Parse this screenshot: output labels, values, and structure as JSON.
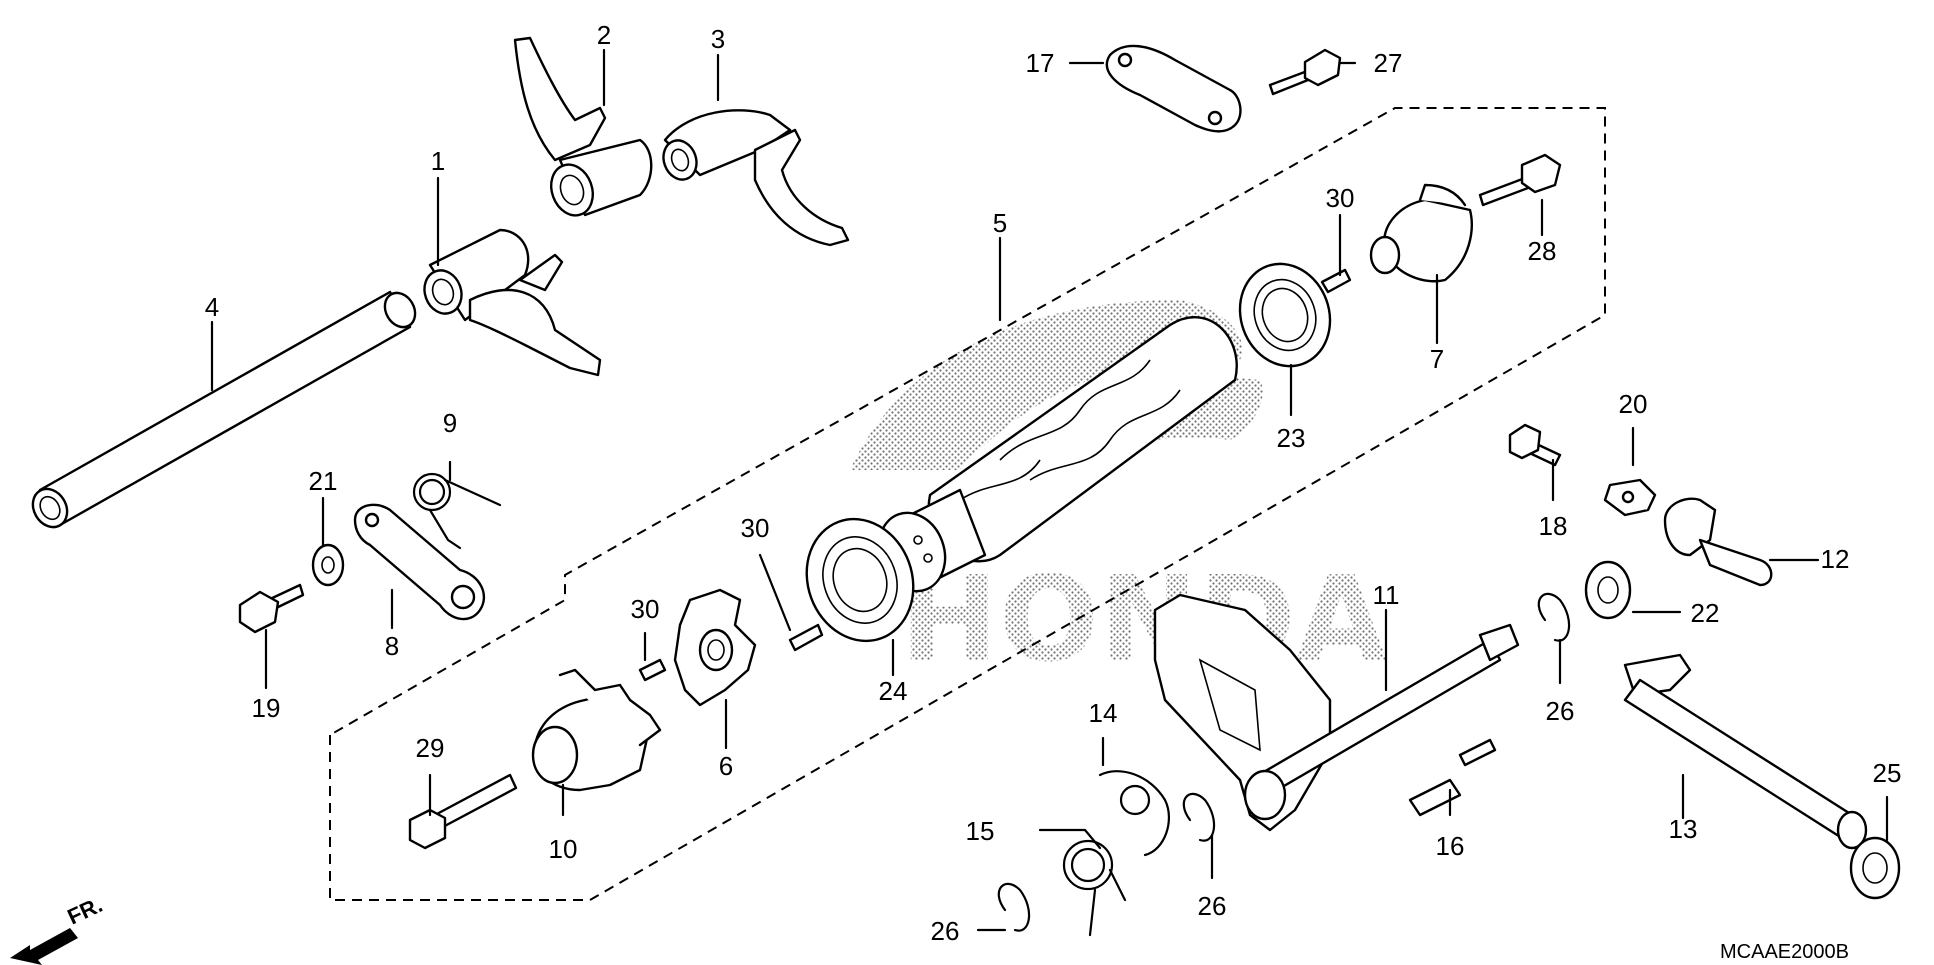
{
  "diagram": {
    "drawing_code": "MCAAE2000B",
    "direction_label": "FR.",
    "watermark_text": "HONDA",
    "callouts": [
      {
        "id": "c1",
        "text": "1"
      },
      {
        "id": "c2",
        "text": "2"
      },
      {
        "id": "c3",
        "text": "3"
      },
      {
        "id": "c4",
        "text": "4"
      },
      {
        "id": "c5",
        "text": "5"
      },
      {
        "id": "c6",
        "text": "6"
      },
      {
        "id": "c7",
        "text": "7"
      },
      {
        "id": "c8",
        "text": "8"
      },
      {
        "id": "c9",
        "text": "9"
      },
      {
        "id": "c10",
        "text": "10"
      },
      {
        "id": "c11",
        "text": "11"
      },
      {
        "id": "c12",
        "text": "12"
      },
      {
        "id": "c13",
        "text": "13"
      },
      {
        "id": "c14",
        "text": "14"
      },
      {
        "id": "c15",
        "text": "15"
      },
      {
        "id": "c16",
        "text": "16"
      },
      {
        "id": "c17",
        "text": "17"
      },
      {
        "id": "c18",
        "text": "18"
      },
      {
        "id": "c19",
        "text": "19"
      },
      {
        "id": "c20",
        "text": "20"
      },
      {
        "id": "c21",
        "text": "21"
      },
      {
        "id": "c22",
        "text": "22"
      },
      {
        "id": "c23",
        "text": "23"
      },
      {
        "id": "c24",
        "text": "24"
      },
      {
        "id": "c25",
        "text": "25"
      },
      {
        "id": "c26a",
        "text": "26"
      },
      {
        "id": "c26b",
        "text": "26"
      },
      {
        "id": "c26c",
        "text": "26"
      },
      {
        "id": "c27",
        "text": "27"
      },
      {
        "id": "c28",
        "text": "28"
      },
      {
        "id": "c29",
        "text": "29"
      },
      {
        "id": "c30a",
        "text": "30"
      },
      {
        "id": "c30b",
        "text": "30"
      },
      {
        "id": "c30c",
        "text": "30"
      }
    ]
  }
}
